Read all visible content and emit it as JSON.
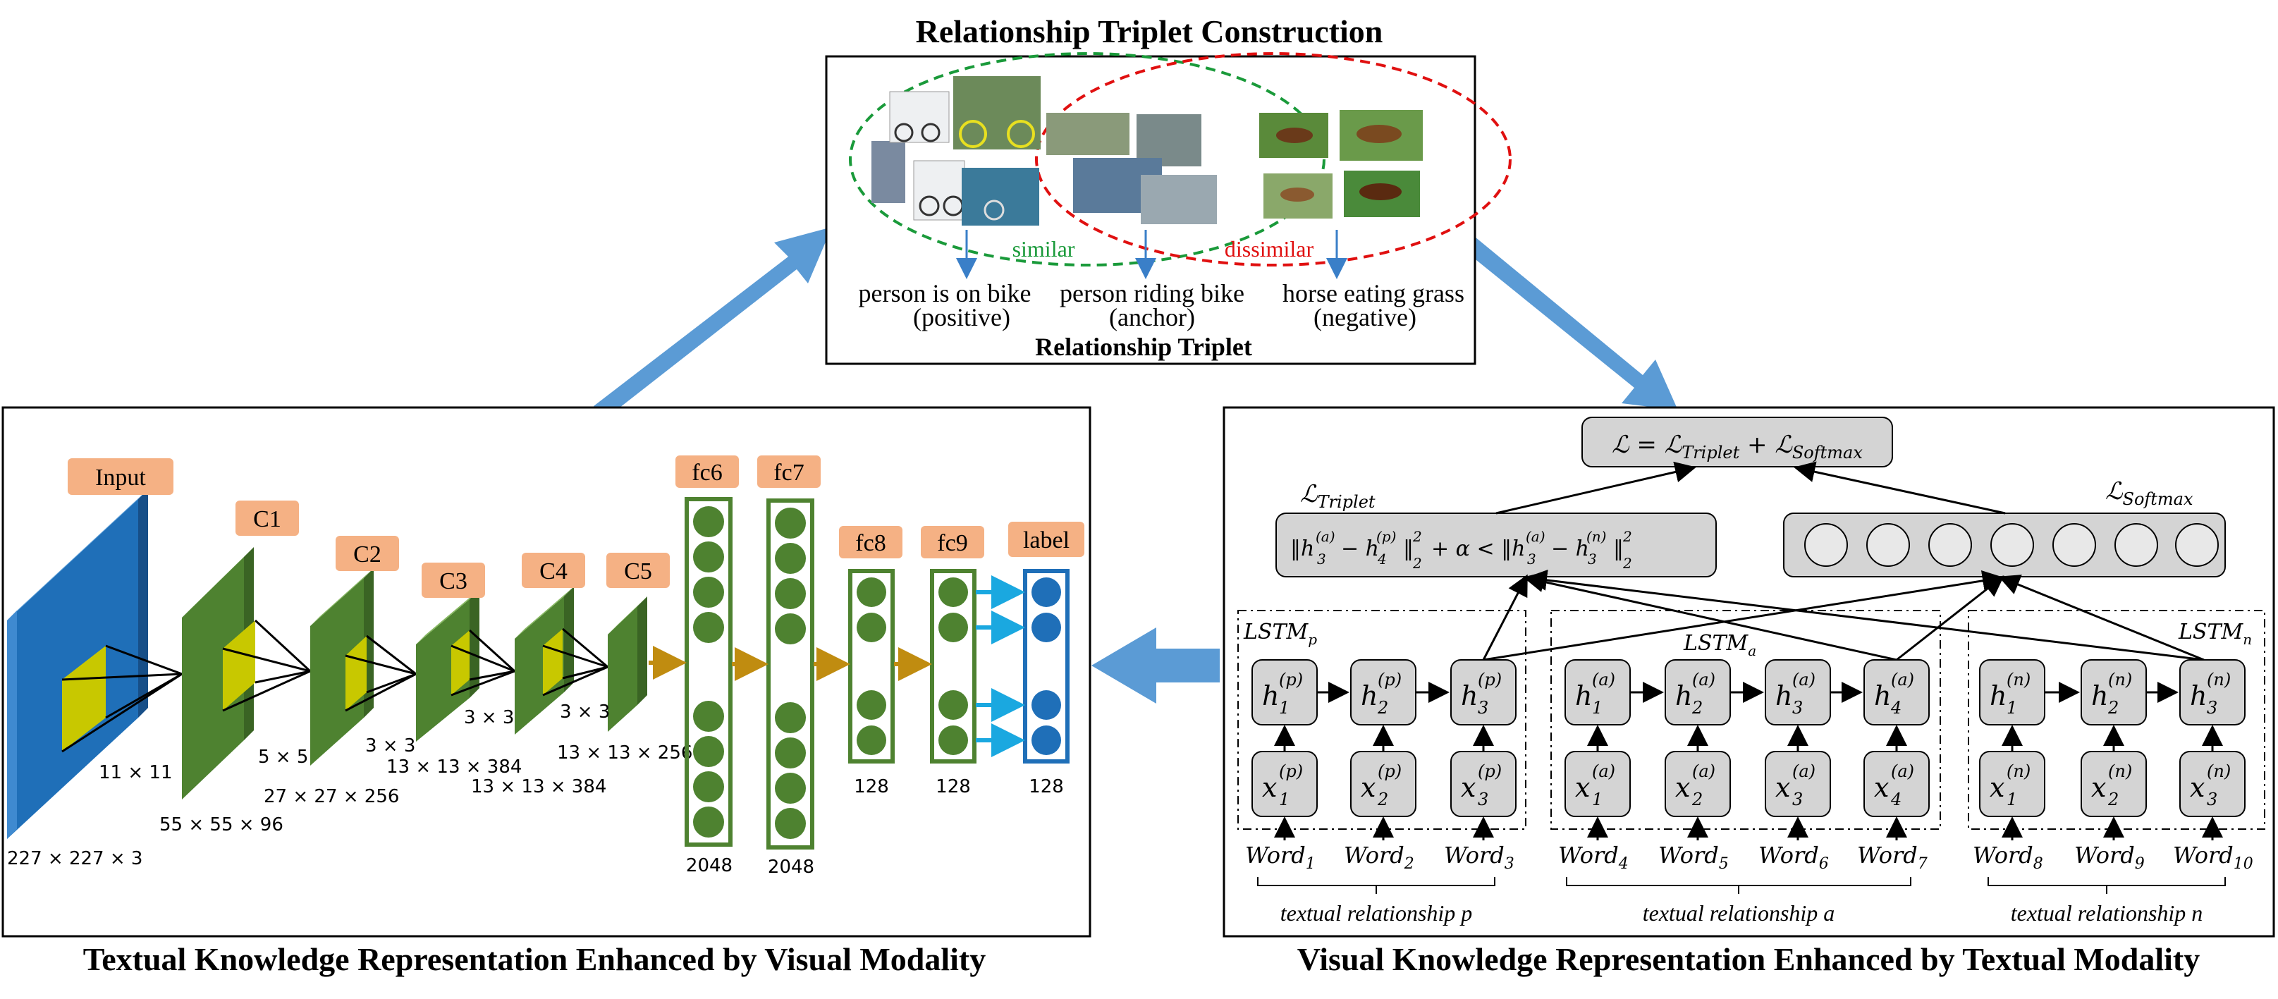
{
  "top": {
    "title": "Relationship Triplet Construction",
    "similar": "similar",
    "dissimilar": "dissimilar",
    "positive_line1": "person is on bike",
    "positive_line2": "(positive)",
    "anchor_line1": "person riding bike",
    "anchor_line2": "(anchor)",
    "negative_line1": "horse eating grass",
    "negative_line2": "(negative)",
    "caption": "Relationship Triplet"
  },
  "cnn": {
    "title": "Textual Knowledge Representation Enhanced by Visual Modality",
    "layers": {
      "input": "Input",
      "c1": "C1",
      "c2": "C2",
      "c3": "C3",
      "c4": "C4",
      "c5": "C5",
      "fc6": "fc6",
      "fc7": "fc7",
      "fc8": "fc8",
      "fc9": "fc9",
      "label": "label"
    },
    "dims": {
      "input": "227 × 227 × 3",
      "k1": "11 × 11",
      "c1": "55 × 55 × 96",
      "k2": "5 × 5",
      "c2": "27 × 27 × 256",
      "k3": "3 × 3",
      "c3": "13 × 13 × 384",
      "k4": "3 × 3",
      "c4": "13 × 13 × 384",
      "k5": "3 × 3",
      "c5": "13 × 13 × 256",
      "fc6": "2048",
      "fc7": "2048",
      "fc8": "128",
      "fc9": "128",
      "label": "128"
    }
  },
  "lstm": {
    "title": "Visual Knowledge Representation Enhanced by Textual Modality",
    "loss": "ℒ = ℒ",
    "loss_sub1": "Triplet",
    "loss_plus": " + ℒ",
    "loss_sub2": "Softmax",
    "triplet_label": "ℒ",
    "triplet_sub": "Triplet",
    "softmax_label": "ℒ",
    "softmax_sub": "Softmax",
    "groups": {
      "p": "LSTM",
      "p_sub": "p",
      "a": "LSTM",
      "a_sub": "a",
      "n": "LSTM",
      "n_sub": "n"
    },
    "words": [
      "Word",
      "Word",
      "Word",
      "Word",
      "Word",
      "Word",
      "Word",
      "Word",
      "Word",
      "Word"
    ],
    "word_subs": [
      "1",
      "2",
      "3",
      "4",
      "5",
      "6",
      "7",
      "8",
      "9",
      "10"
    ],
    "captions": {
      "p": "textual relationship p",
      "a": "textual relationship a",
      "n": "textual relationship n"
    }
  },
  "colors": {
    "cnn_blue": "#1f6fb8",
    "cnn_green": "#4e8230",
    "kernel_yellow": "#c8c800",
    "label_orange": "#f5b184",
    "gold_arrow": "#c08c10",
    "cyan_arrow": "#1aa8e0",
    "big_arrow": "#5b9bd5",
    "similar_green": "#1a9a3a",
    "dissimilar_red": "#e01010",
    "node_gray": "#d4d4d4"
  }
}
